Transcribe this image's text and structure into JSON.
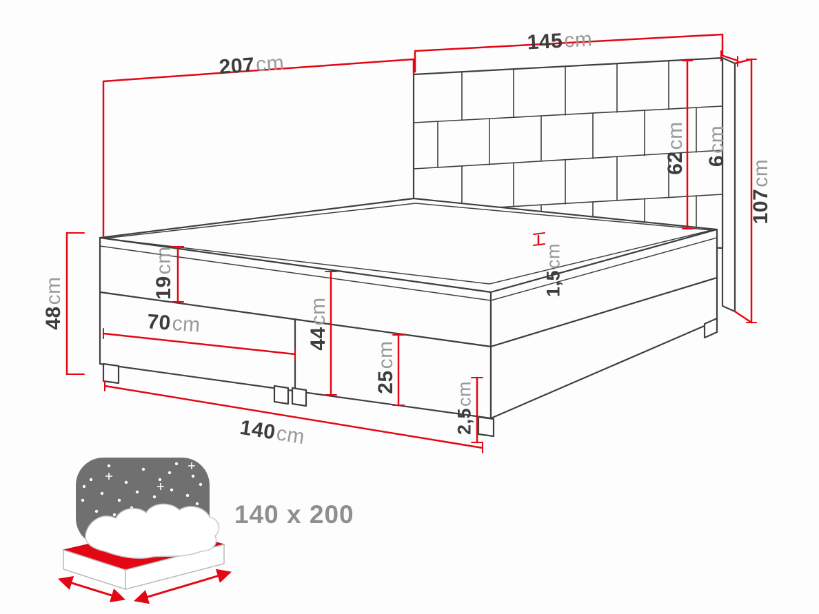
{
  "diagram": {
    "dimensions": {
      "total_length": {
        "value": "207",
        "unit": "cm"
      },
      "headboard_width": {
        "value": "145",
        "unit": "cm"
      },
      "headboard_height": {
        "value": "62",
        "unit": "cm"
      },
      "headboard_thickness": {
        "value": "6",
        "unit": "cm"
      },
      "total_height": {
        "value": "107",
        "unit": "cm"
      },
      "mattress_height": {
        "value": "19",
        "unit": "cm"
      },
      "topper_height": {
        "value": "1,5",
        "unit": "cm"
      },
      "corner_height": {
        "value": "48",
        "unit": "cm"
      },
      "half_width": {
        "value": "70",
        "unit": "cm"
      },
      "side_height": {
        "value": "44",
        "unit": "cm"
      },
      "box_height": {
        "value": "25",
        "unit": "cm"
      },
      "leg_height": {
        "value": "2,5",
        "unit": "cm"
      },
      "bed_width": {
        "value": "140",
        "unit": "cm"
      }
    },
    "size_badge": {
      "label": "140 x 200"
    },
    "colors": {
      "dimension_line": "#e30613",
      "drawing_line": "#3f3f3f",
      "value_text": "#3d3d3d",
      "unit_text": "#9a9a9a",
      "icon_night_sky": "#707070",
      "icon_mattress": "#e30613",
      "icon_text": "#8f8f8f"
    }
  }
}
